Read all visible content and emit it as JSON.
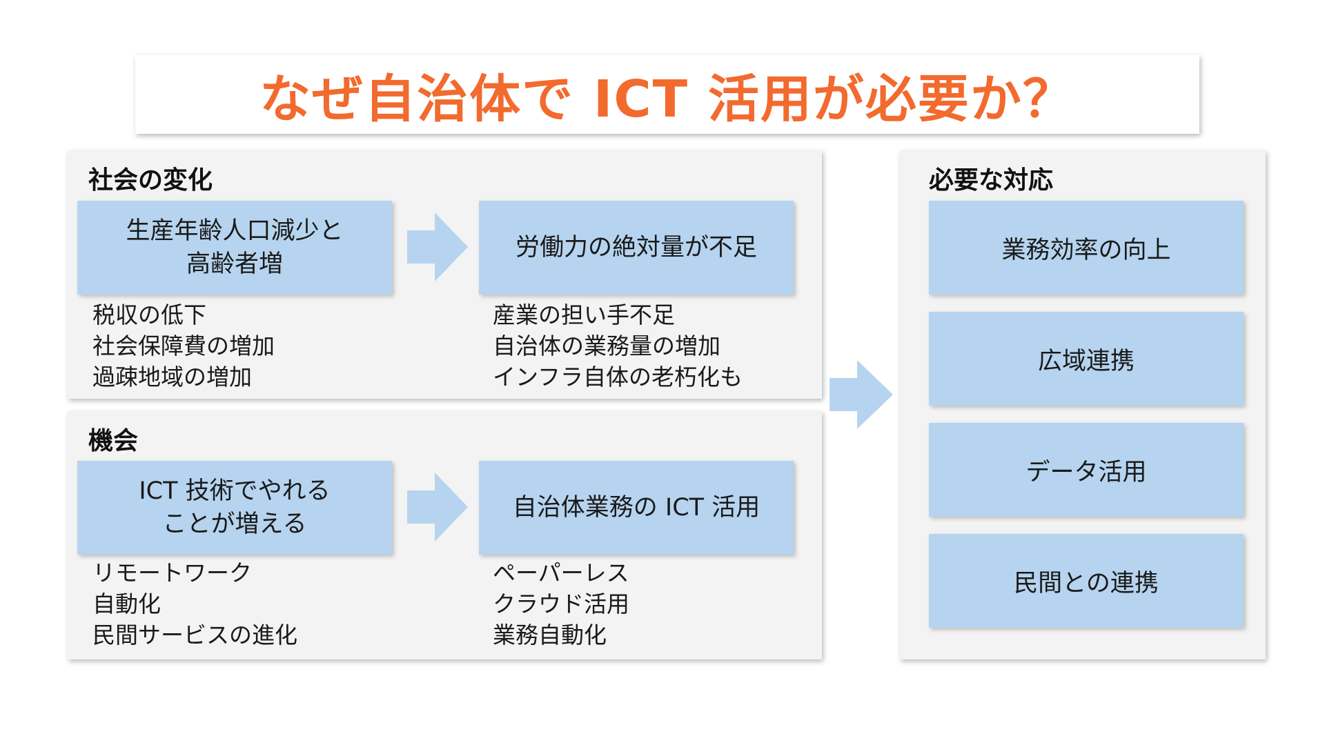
{
  "title": "なぜ自治体で ICT 活用が必要か？",
  "social": {
    "heading": "社会の変化",
    "cause": "生産年齢人口減少と\n高齢者増",
    "effect": "労働力の絶対量が不足",
    "cause_items": [
      "税収の低下",
      "社会保障費の増加",
      "過疎地域の増加"
    ],
    "effect_items": [
      "産業の担い手不足",
      "自治体の業務量の増加",
      "インフラ自体の老朽化も"
    ]
  },
  "opportunity": {
    "heading": "機会",
    "cause": "ICT 技術でやれる\nことが増える",
    "effect": "自治体業務の ICT 活用",
    "cause_items": [
      "リモートワーク",
      "自動化",
      "民間サービスの進化"
    ],
    "effect_items": [
      "ペーパーレス",
      "クラウド活用",
      "業務自動化"
    ]
  },
  "response": {
    "heading": "必要な対応",
    "items": [
      "業務効率の向上",
      "広域連携",
      "データ活用",
      "民間との連携"
    ]
  },
  "colors": {
    "title": "#f26a2e",
    "box": "#b6d4ef",
    "panel": "#f3f3f3",
    "arrow": "#b6d4ef"
  }
}
